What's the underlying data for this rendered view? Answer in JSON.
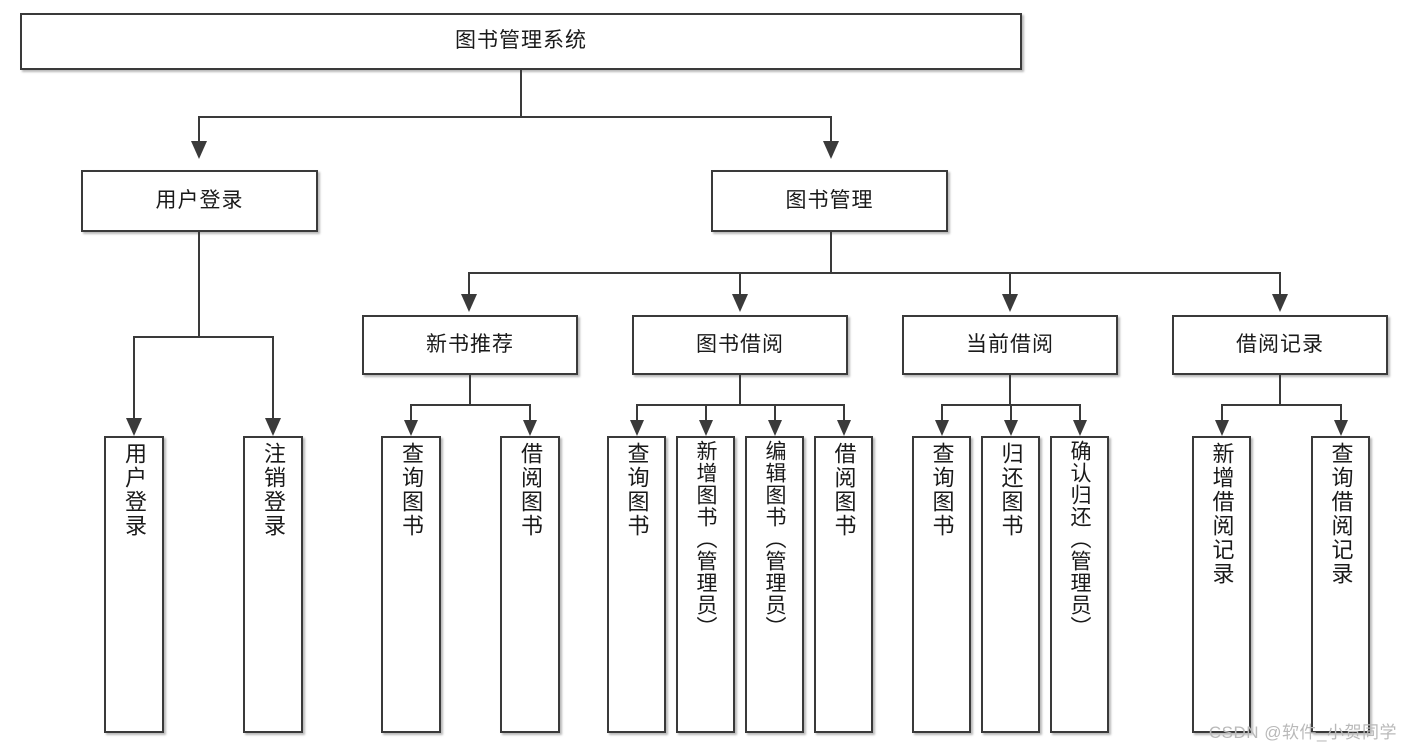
{
  "diagram": {
    "title": "图书管理系统",
    "watermark": "CSDN @软件_小贺同学",
    "colors": {
      "stroke": "#3a3a3a",
      "box_fill": "#ffffff",
      "text": "#1a1a1a",
      "watermark": "#b9b9b9",
      "background": "#ffffff"
    },
    "root": {
      "label": "图书管理系统"
    },
    "level2": [
      {
        "label": "用户登录"
      },
      {
        "label": "图书管理"
      }
    ],
    "level3": [
      {
        "label": "新书推荐"
      },
      {
        "label": "图书借阅"
      },
      {
        "label": "当前借阅"
      },
      {
        "label": "借阅记录"
      }
    ],
    "leaves_user_login": [
      {
        "label": "用户登录"
      },
      {
        "label": "注销登录"
      }
    ],
    "leaves_new_books": [
      {
        "label": "查询图书"
      },
      {
        "label": "借阅图书"
      }
    ],
    "leaves_borrow_books": [
      {
        "label": "查询图书"
      },
      {
        "label": "新增图书（管理员）"
      },
      {
        "label": "编辑图书（管理员）"
      },
      {
        "label": "借阅图书"
      }
    ],
    "leaves_current_borrow": [
      {
        "label": "查询图书"
      },
      {
        "label": "归还图书"
      },
      {
        "label": "确认归还（管理员）"
      }
    ],
    "leaves_borrow_records": [
      {
        "label": "新增借阅记录"
      },
      {
        "label": "查询借阅记录"
      }
    ]
  }
}
